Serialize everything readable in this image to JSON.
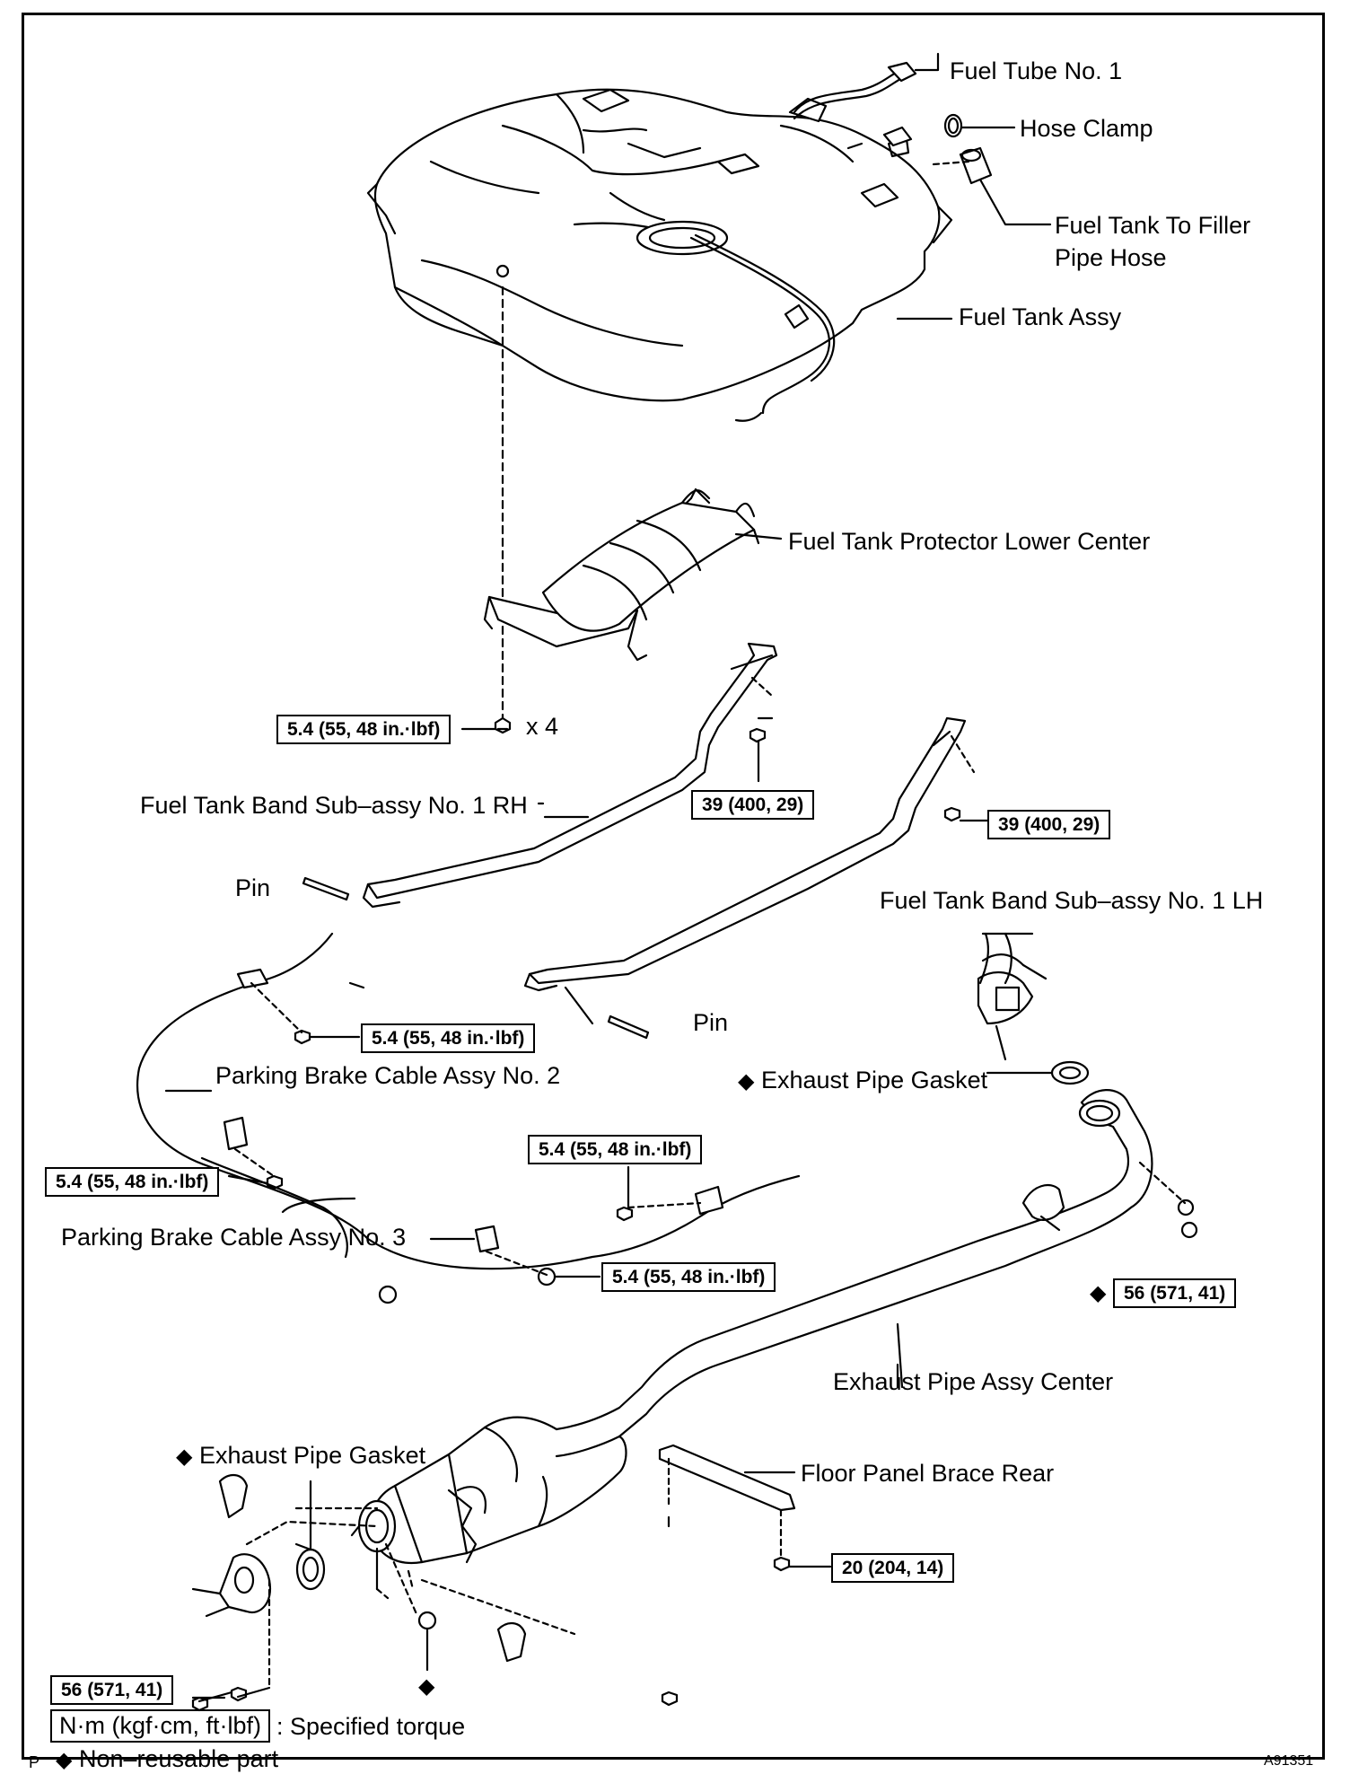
{
  "labels": {
    "fuel_tube": "Fuel Tube No. 1",
    "hose_clamp": "Hose Clamp",
    "filler_hose_1": "Fuel Tank To Filler",
    "filler_hose_2": "Pipe Hose",
    "fuel_tank": "Fuel Tank Assy",
    "protector": "Fuel Tank Protector Lower Center",
    "band_rh": "Fuel Tank Band Sub–assy No. 1 RH",
    "band_lh": "Fuel Tank Band Sub–assy No. 1 LH",
    "pin": "Pin",
    "times4": "x 4",
    "cable2": "Parking Brake Cable Assy No. 2",
    "cable3": "Parking Brake Cable Assy No. 3",
    "exh_gasket": "Exhaust Pipe Gasket",
    "exh_center": "Exhaust Pipe Assy Center",
    "floor_brace": "Floor Panel Brace Rear"
  },
  "torques": {
    "t_5_4": "5.4 (55, 48 in.·lbf)",
    "t_39": "39 (400, 29)",
    "t_56": "56 (571, 41)",
    "t_20": "20 (204, 14)"
  },
  "legend": {
    "torque_box": "N·m (kgf·cm, ft·lbf)",
    "torque_text": ": Specified torque",
    "diamond": "◆",
    "nonreusable": "Non–reusable part",
    "page_letter": "P",
    "figure_id": "A91351"
  }
}
